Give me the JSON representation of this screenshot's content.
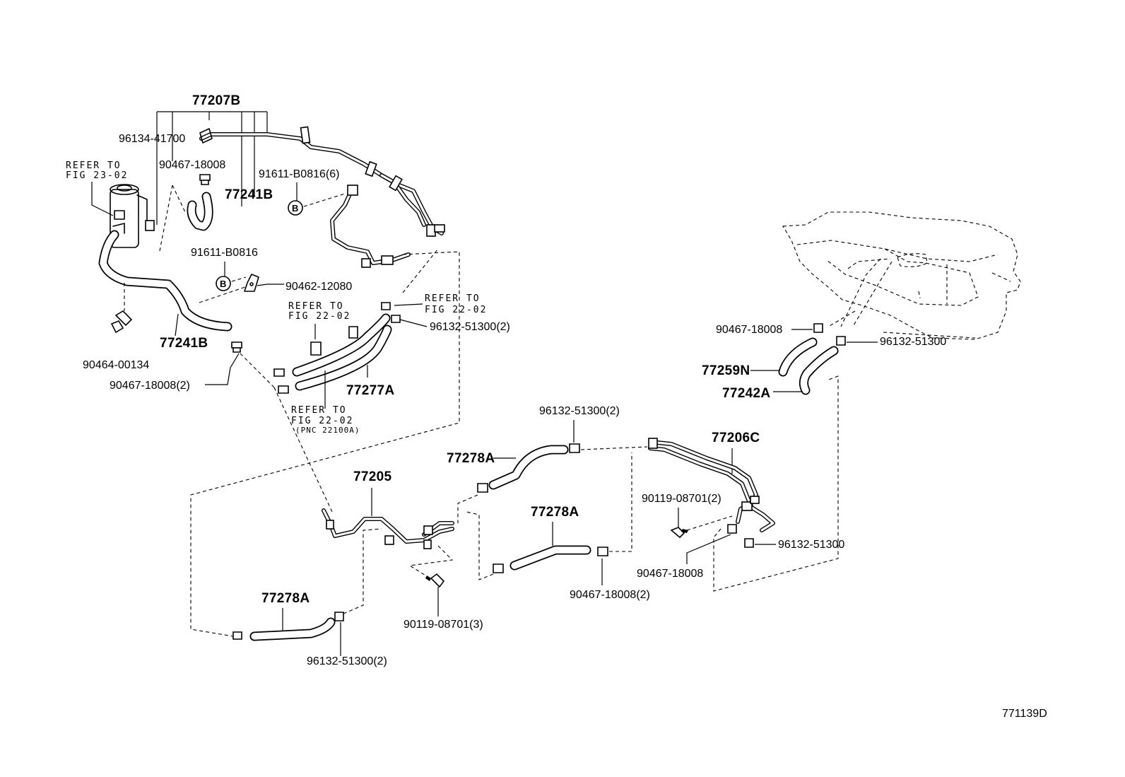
{
  "diagram": {
    "code": "771139D",
    "group_labels": {
      "p77207b": "77207B",
      "p77241b_top": "77241B",
      "p77241b_bot": "77241B",
      "p77277a": "77277A",
      "p77205": "77205",
      "p77278a_left": "77278A",
      "p77278a_mid_top": "77278A",
      "p77278a_mid": "77278A",
      "p77206c": "77206C",
      "p77259n": "77259N",
      "p77242a": "77242A"
    },
    "part_numbers": {
      "p96134_41700": "96134-41700",
      "p90467_18008_top": "90467-18008",
      "p91611_b0816_6": "91611-B0816(6)",
      "p91611_b0816": "91611-B0816",
      "p90462_12080": "90462-12080",
      "p96132_51300_2_a": "96132-51300(2)",
      "p90464_00134": "90464-00134",
      "p90467_18008_2_a": "90467-18008(2)",
      "p96132_51300_2_b": "96132-51300(2)",
      "p90119_08701_2": "90119-08701(2)",
      "p96132_51300_right": "96132-51300",
      "p90467_18008_right": "90467-18008",
      "p90467_18008_2_b": "90467-18008(2)",
      "p90119_08701_3": "90119-08701(3)",
      "p96132_51300_2_c": "96132-51300(2)",
      "p90467_18008_tank": "90467-18008",
      "p96132_51300_tank": "96132-51300"
    },
    "callouts": {
      "b1": "B",
      "b2": "B"
    },
    "refer_notes": {
      "fig23_l1": "REFER TO",
      "fig23_l2": "FIG 23-02",
      "fig22a_l1": "REFER TO",
      "fig22a_l2": "FIG 22-02",
      "fig22b_l1": "REFER TO",
      "fig22b_l2": "FIG 22-02",
      "fig22c_l1": "REFER TO",
      "fig22c_l2": "FIG 22-02",
      "fig22c_l3": "(PNC 22100A)"
    }
  }
}
